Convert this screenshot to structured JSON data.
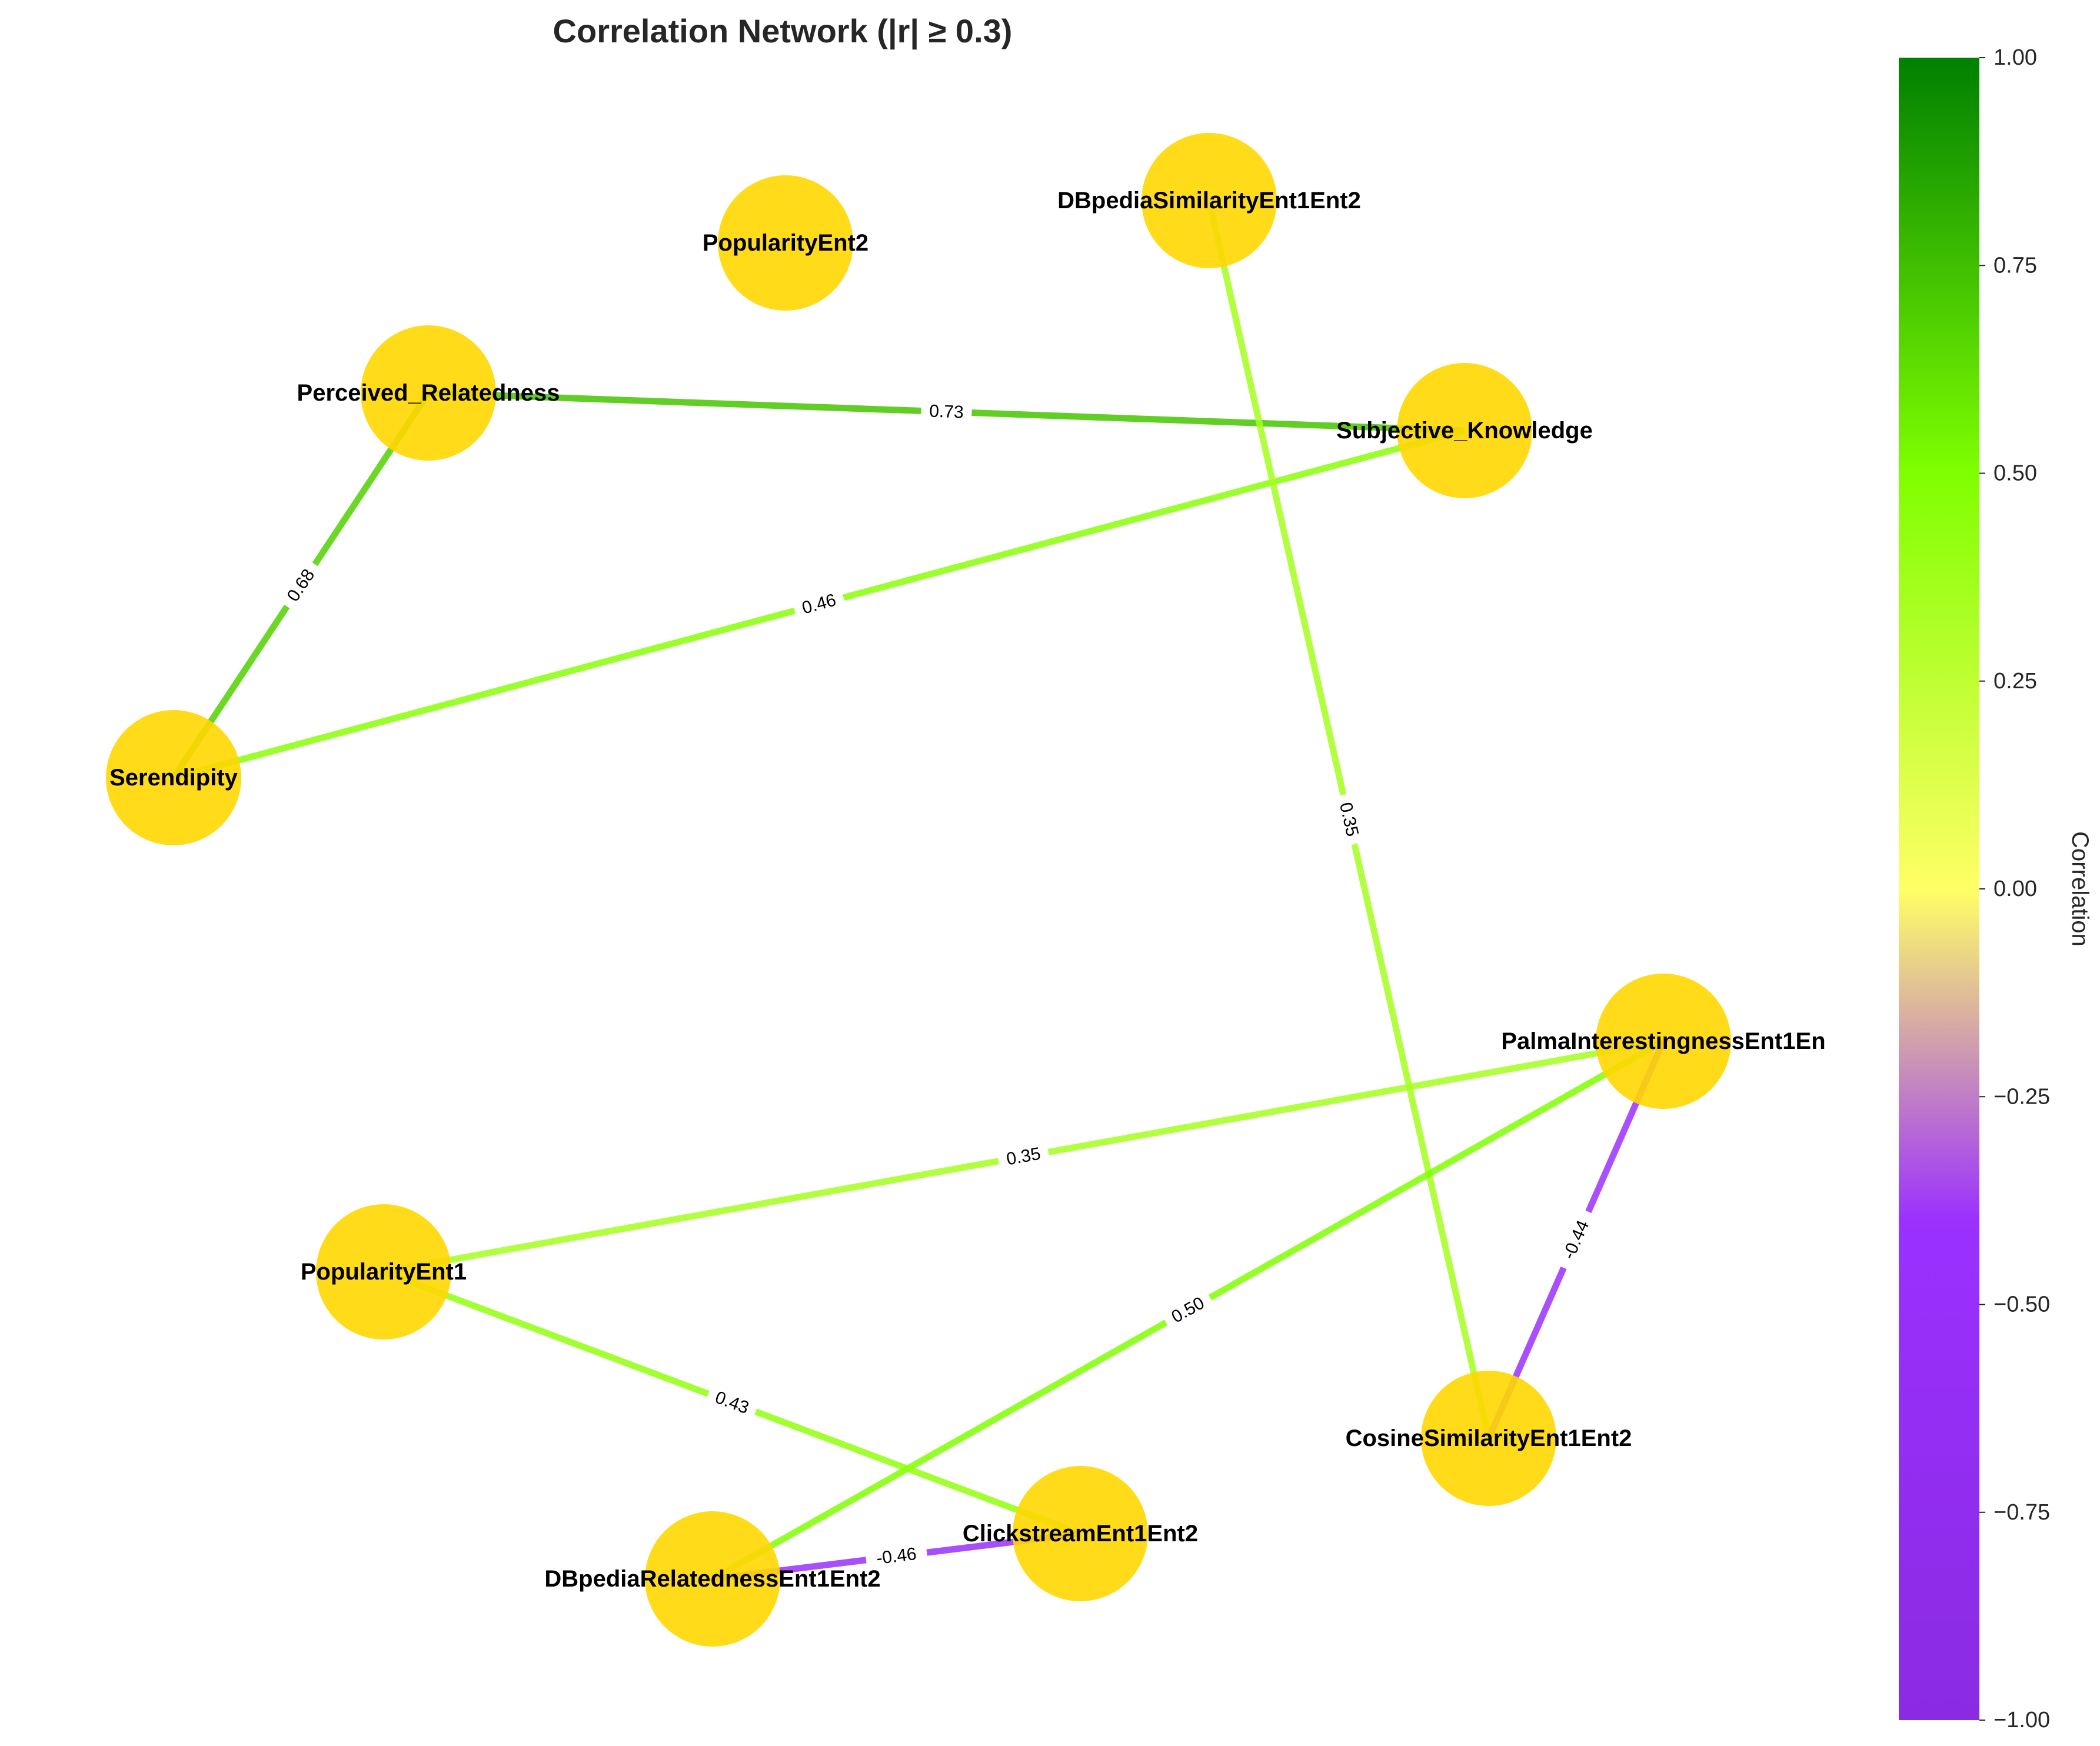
{
  "title": "Correlation Network (|r| ≥ 0.3)",
  "colorbar": {
    "label": "Correlation",
    "min": -1.0,
    "max": 1.0,
    "ticks": [
      "1.00",
      "0.75",
      "0.50",
      "0.25",
      "0.00",
      "−0.25",
      "−0.50",
      "−0.75",
      "−1.00"
    ],
    "tick_values": [
      1.0,
      0.75,
      0.5,
      0.25,
      0.0,
      -0.25,
      -0.5,
      -0.75,
      -1.0
    ],
    "colors": [
      "#8a2be2",
      "#9b30ff",
      "#ffff66",
      "#7fff00",
      "#008000"
    ]
  },
  "node_color": "#ffd700",
  "nodes": [
    {
      "id": "PopularityEnt2",
      "label": "PopularityEnt2"
    },
    {
      "id": "DBpediaSimilarityEnt1Ent2",
      "label": "DBpediaSimilarityEnt1Ent2"
    },
    {
      "id": "Perceived_Relatedness",
      "label": "Perceived_Relatedness"
    },
    {
      "id": "Subjective_Knowledge",
      "label": "Subjective_Knowledge"
    },
    {
      "id": "Serendipity",
      "label": "Serendipity"
    },
    {
      "id": "PalmaInterestingnessEnt1En",
      "label": "PalmaInterestingnessEnt1En"
    },
    {
      "id": "PopularityEnt1",
      "label": "PopularityEnt1"
    },
    {
      "id": "CosineSimilarityEnt1Ent2",
      "label": "CosineSimilarityEnt1Ent2"
    },
    {
      "id": "ClickstreamEnt1Ent2",
      "label": "ClickstreamEnt1Ent2"
    },
    {
      "id": "DBpediaRelatednessEnt1Ent2",
      "label": "DBpediaRelatednessEnt1Ent2"
    }
  ],
  "edges": [
    {
      "source": "Perceived_Relatedness",
      "target": "Subjective_Knowledge",
      "r": 0.73,
      "label": "0.73"
    },
    {
      "source": "Perceived_Relatedness",
      "target": "Serendipity",
      "r": 0.68,
      "label": "0.68"
    },
    {
      "source": "Serendipity",
      "target": "Subjective_Knowledge",
      "r": 0.46,
      "label": "0.46"
    },
    {
      "source": "DBpediaSimilarityEnt1Ent2",
      "target": "CosineSimilarityEnt1Ent2",
      "r": 0.35,
      "label": "0.35"
    },
    {
      "source": "PopularityEnt1",
      "target": "PalmaInterestingnessEnt1En",
      "r": 0.35,
      "label": "0.35"
    },
    {
      "source": "DBpediaRelatednessEnt1Ent2",
      "target": "PalmaInterestingnessEnt1En",
      "r": 0.5,
      "label": "0.50"
    },
    {
      "source": "PalmaInterestingnessEnt1En",
      "target": "CosineSimilarityEnt1Ent2",
      "r": -0.44,
      "label": "-0.44"
    },
    {
      "source": "PopularityEnt1",
      "target": "ClickstreamEnt1Ent2",
      "r": 0.43,
      "label": "0.43"
    },
    {
      "source": "DBpediaRelatednessEnt1Ent2",
      "target": "ClickstreamEnt1Ent2",
      "r": -0.46,
      "label": "-0.46"
    }
  ]
}
